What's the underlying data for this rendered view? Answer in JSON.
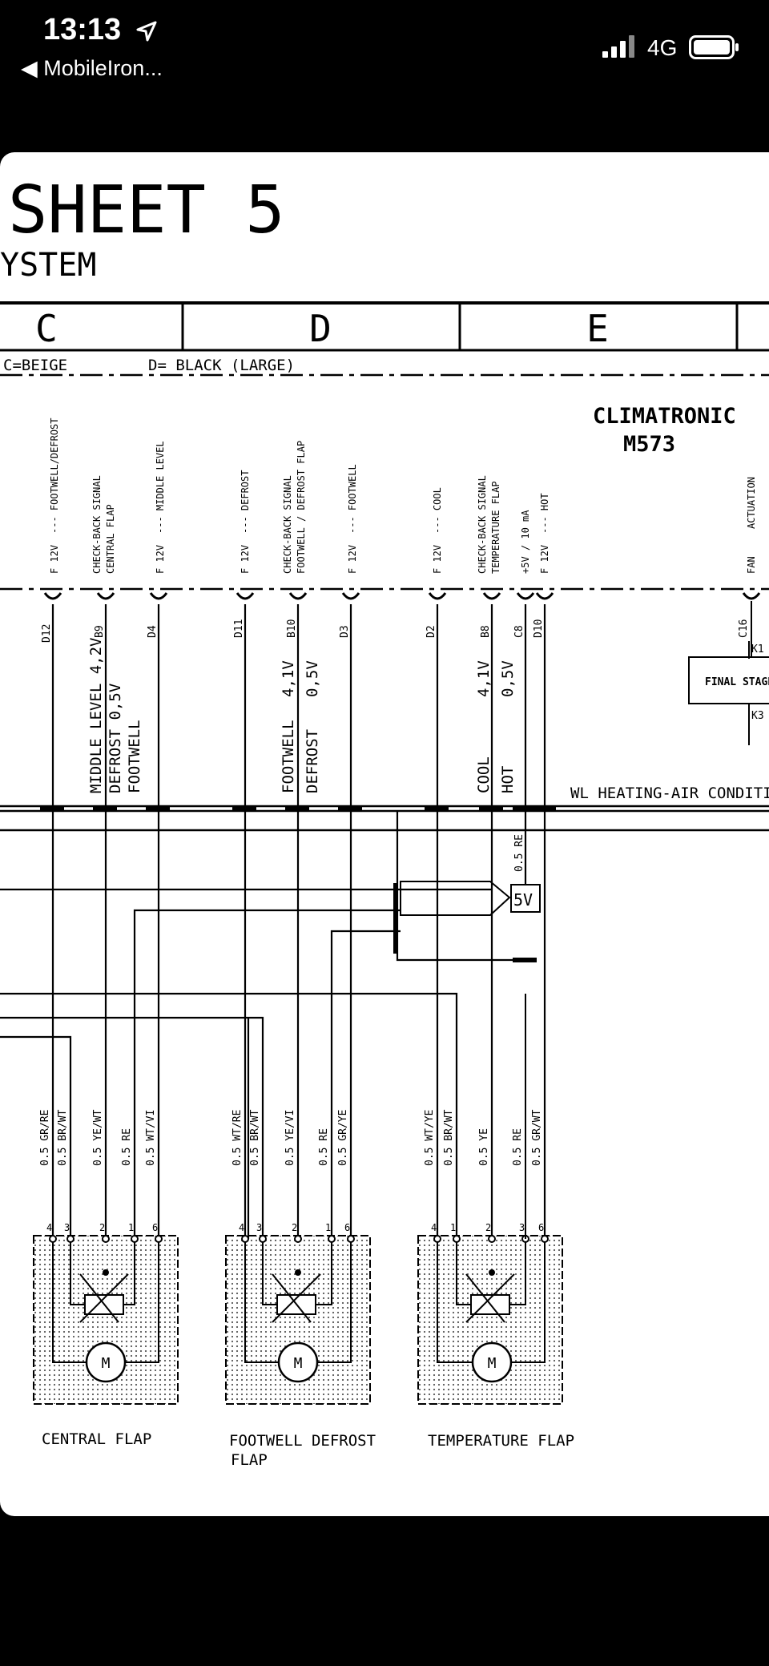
{
  "status_bar": {
    "time": "13:13",
    "back_label": "◀ MobileIron...",
    "network": "4G",
    "icons": [
      "location-arrow-icon",
      "signal-bars-icon",
      "battery-icon"
    ]
  },
  "sheet": {
    "title": "SHEET 5",
    "subtitle": "YSTEM",
    "sections": [
      "C",
      "D",
      "E"
    ],
    "color_notes": {
      "c": "C=BEIGE",
      "d": "D= BLACK (LARGE)"
    },
    "module": {
      "line1": "CLIMATRONIC",
      "line2": "M573"
    },
    "fan": {
      "label": "FAN",
      "actuation": "ACTUATION",
      "pin": "C16",
      "k1": "K1",
      "k3": "K3",
      "final_stage": "FINAL STAGE"
    },
    "wire_bundle": "WL HEATING-AIR CONDITION",
    "pins": [
      {
        "pin": "D12",
        "supply": "F 12V",
        "signal": "--- FOOTWELL/DEFROST"
      },
      {
        "pin": "B9",
        "supply": "",
        "signal": "CHECK-BACK SIGNAL CENTRAL FLAP"
      },
      {
        "pin": "D4",
        "supply": "F 12V",
        "signal": "--- MIDDLE LEVEL"
      },
      {
        "pin": "D11",
        "supply": "F 12V",
        "signal": "--- DEFROST"
      },
      {
        "pin": "B10",
        "supply": "",
        "signal": "CHECK-BACK SIGNAL FOOTWELL / DEFROST FLAP"
      },
      {
        "pin": "D3",
        "supply": "F 12V",
        "signal": "--- FOOTWELL"
      },
      {
        "pin": "D2",
        "supply": "F 12V",
        "signal": "--- COOL"
      },
      {
        "pin": "B8",
        "supply": "",
        "signal": "CHECK-BACK SIGNAL TEMPERATURE FLAP"
      },
      {
        "pin": "C8",
        "supply": "+5V / 10 mA",
        "signal": ""
      },
      {
        "pin": "D10",
        "supply": "F 12V",
        "signal": "--- HOT"
      }
    ],
    "voltages": {
      "central": [
        "MIDDLE LEVEL 4,2V",
        "DEFROST 0,5V",
        "FOOTWELL"
      ],
      "footwell_defrost": [
        "FOOTWELL",
        "4,1V",
        "DEFROST",
        "0,5V"
      ],
      "temperature": [
        "COOL",
        "4,1V",
        "HOT",
        "0,5V"
      ]
    },
    "sv_label": "5V",
    "sv_wire": "0.5 RE",
    "wires": {
      "central": [
        "0.5 GR/RE",
        "0.5 BR/WT",
        "0.5 YE/WT",
        "0.5 RE",
        "0.5 WT/VI"
      ],
      "footwell_defrost": [
        "0.5 WT/RE",
        "0.5 BR/WT",
        "0.5 YE/VI",
        "0.5 RE",
        "0.5 GR/YE"
      ],
      "temperature": [
        "0.5 WT/YE",
        "0.5 BR/WT",
        "0.5 YE",
        "0.5 RE",
        "0.5 GR/WT"
      ]
    },
    "motor_pins": [
      "4",
      "3",
      "2",
      "1",
      "6"
    ],
    "motor_pins_temp": [
      "4",
      "1",
      "2",
      "3",
      "6"
    ],
    "motor_symbol": "M",
    "motors": {
      "central": "CENTRAL FLAP",
      "footwell_defrost_1": "FOOTWELL DEFROST",
      "footwell_defrost_2": "FLAP",
      "temperature": "TEMPERATURE FLAP"
    }
  }
}
